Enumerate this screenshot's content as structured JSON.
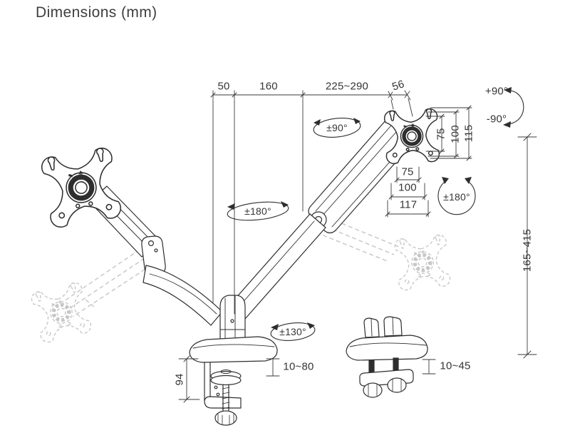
{
  "title": "Dimensions (mm)",
  "dims": {
    "arm_offset": "50",
    "pole_to_elbow": "160",
    "arm_reach": "225~290",
    "vesa_depth": "56",
    "vesa_vertical_inner": "75",
    "vesa_vertical_mid": "100",
    "vesa_vertical_outer": "115",
    "vesa_horizontal_inner": "75",
    "vesa_horizontal_mid": "100",
    "vesa_horizontal_outer": "117",
    "height_range": "165~415",
    "clamp_height": "94",
    "clamp_desk_thickness": "10~80",
    "grommet_desk_thickness": "10~45"
  },
  "rotations": {
    "tilt_up": "+90°",
    "tilt_down": "-90°",
    "monitor_swivel": "±90°",
    "elbow_swivel": "±180°",
    "vesa_rotation": "±180°",
    "base_swivel": "±130°"
  },
  "colors": {
    "line": "#2e2e2e",
    "ghost": "#c6c6c6",
    "text": "#353535",
    "background": "#ffffff"
  }
}
